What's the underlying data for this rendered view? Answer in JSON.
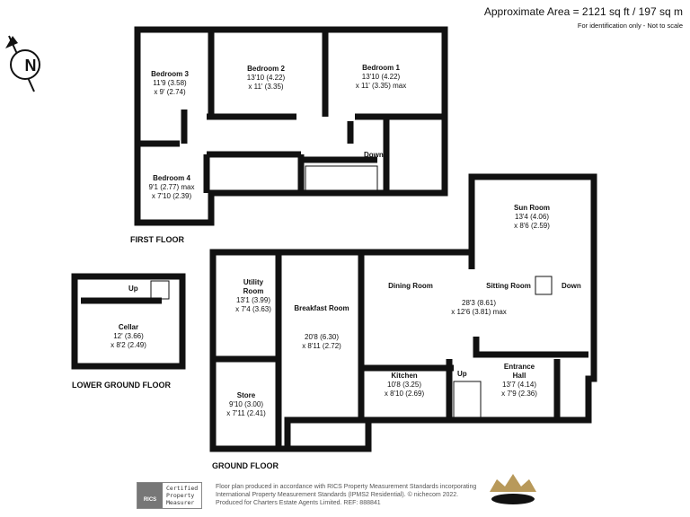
{
  "header": {
    "area": "Approximate Area = 2121 sq ft / 197 sq m",
    "note": "For identification only - Not to scale"
  },
  "compass": {
    "label": "N"
  },
  "floors": {
    "first": "FIRST FLOOR",
    "ground": "GROUND FLOOR",
    "lower": "LOWER GROUND FLOOR"
  },
  "rooms": {
    "bedroom3": {
      "name": "Bedroom 3",
      "d1": "11'9 (3.58)",
      "d2": "x 9' (2.74)"
    },
    "bedroom2": {
      "name": "Bedroom 2",
      "d1": "13'10 (4.22)",
      "d2": "x 11' (3.35)"
    },
    "bedroom1": {
      "name": "Bedroom 1",
      "d1": "13'10 (4.22)",
      "d2": "x 11' (3.35) max"
    },
    "bedroom4": {
      "name": "Bedroom 4",
      "d1": "9'1 (2.77) max",
      "d2": "x 7'10 (2.39)"
    },
    "sunroom": {
      "name": "Sun Room",
      "d1": "13'4 (4.06)",
      "d2": "x 8'6 (2.59)"
    },
    "utility": {
      "name1": "Utility",
      "name2": "Room",
      "d1": "13'1 (3.99)",
      "d2": "x 7'4 (3.63)"
    },
    "breakfast": {
      "name": "Breakfast Room",
      "d1": "20'8 (6.30)",
      "d2": "x 8'11 (2.72)"
    },
    "dining": {
      "name": "Dining Room"
    },
    "sitting": {
      "name": "Sitting Room",
      "d1": "28'3 (8.61)",
      "d2": "x 12'6 (3.81) max"
    },
    "kitchen": {
      "name": "Kitchen",
      "d1": "10'8 (3.25)",
      "d2": "x 8'10 (2.69)"
    },
    "hall": {
      "name1": "Entrance",
      "name2": "Hall",
      "d1": "13'7 (4.14)",
      "d2": "x 7'9 (2.36)"
    },
    "store": {
      "name": "Store",
      "d1": "9'10 (3.00)",
      "d2": "x 7'11 (2.41)"
    },
    "cellar": {
      "name": "Cellar",
      "d1": "12' (3.66)",
      "d2": "x 8'2 (2.49)"
    }
  },
  "stairs": {
    "first_down": "Down",
    "sitting_down": "Down",
    "hall_up": "Up",
    "cellar_up": "Up"
  },
  "footer": {
    "rics_logo": "RICS",
    "certified": [
      "Certified",
      "Property",
      "Measurer"
    ],
    "lines": [
      "Floor plan produced in accordance with RICS Property Measurement Standards incorporating",
      "International Property Measurement Standards (IPMS2 Residential).  © nichecom 2022.",
      "Produced for Charters Estate Agents Limited.   REF:  888841"
    ]
  },
  "colors": {
    "wall": "#111111",
    "crown_gold": "#b8995a"
  }
}
